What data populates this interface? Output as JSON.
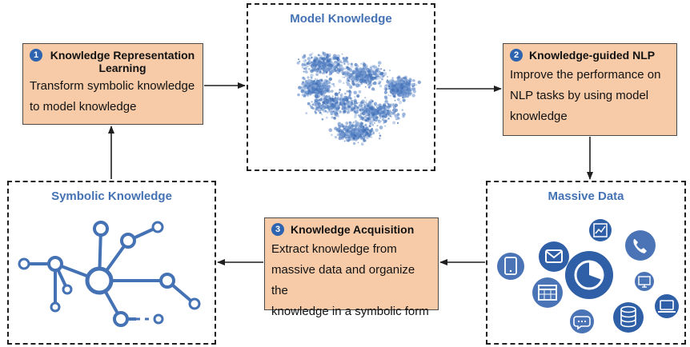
{
  "model_knowledge": {
    "title": "Model Knowledge"
  },
  "symbolic_knowledge": {
    "title": "Symbolic Knowledge"
  },
  "massive_data": {
    "title": "Massive Data"
  },
  "step1": {
    "number": "1",
    "title_line1": "Knowledge Representation",
    "title_line2": "Learning",
    "body_line1": "Transform symbolic knowledge",
    "body_line2": "to model knowledge"
  },
  "step2": {
    "number": "2",
    "title": "Knowledge-guided NLP",
    "body_line1": "Improve the performance on",
    "body_line2": "NLP tasks by using model",
    "body_line3": "knowledge"
  },
  "step3": {
    "number": "3",
    "title": "Knowledge Acquisition",
    "body_line1": "Extract knowledge from",
    "body_line2": "massive data and organize the",
    "body_line3": "knowledge in a symbolic form"
  },
  "colors": {
    "accent": "#4472b4",
    "process_fill": "#f8cba8",
    "number_badge": "#2e63b0",
    "arrow": "#1f1f1f"
  },
  "icons": [
    "tablet-icon",
    "mail-icon",
    "calendar-icon",
    "chart-up-icon",
    "pie-chart-icon",
    "chat-icon",
    "database-icon",
    "phone-icon",
    "monitor-chart-icon",
    "laptop-icon"
  ]
}
